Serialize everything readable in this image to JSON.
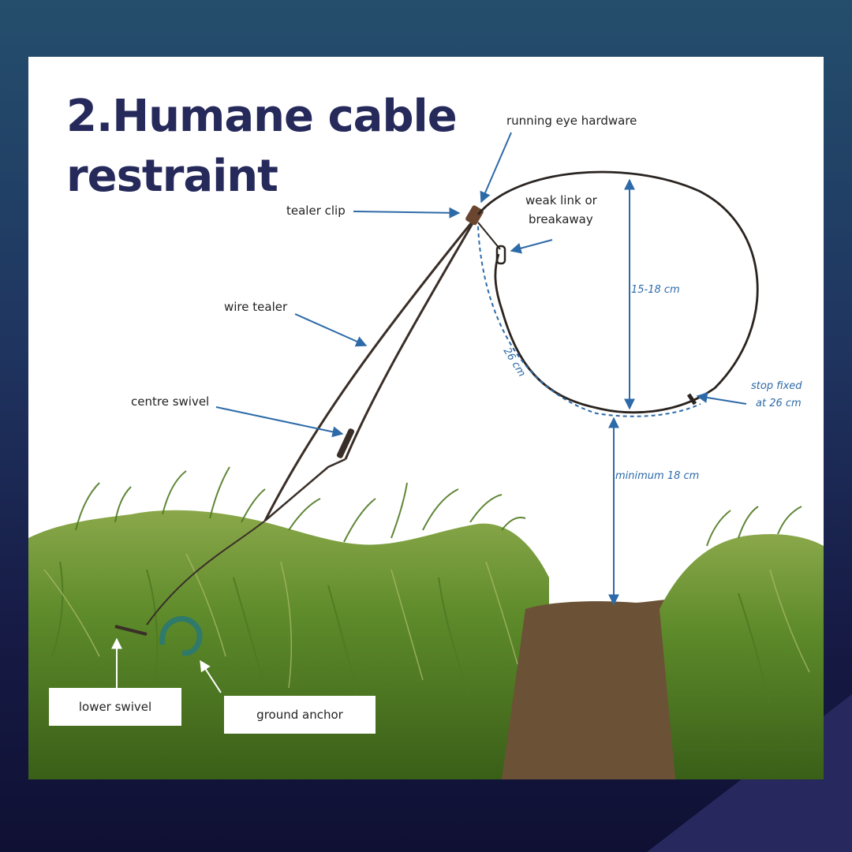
{
  "title": {
    "line1": "2.Humane cable",
    "line2": "restraint"
  },
  "labels": {
    "running_eye": "running eye hardware",
    "weak_link_1": "weak link or",
    "weak_link_2": "breakaway",
    "tealer_clip": "tealer clip",
    "wire_tealer": "wire tealer",
    "centre_swivel": "centre swivel",
    "lower_swivel": "lower swivel",
    "ground_anchor": "ground anchor"
  },
  "measurements": {
    "loop_height": "15-18 cm",
    "circumference": "26 cm",
    "stop_1": "stop fixed",
    "stop_2": "at 26 cm",
    "ground_clearance": "minimum 18 cm"
  },
  "colors": {
    "title": "#262a5b",
    "measure": "#2d6aa8",
    "grass_dark": "#3f6a1c",
    "grass_light": "#7ea83a",
    "soil": "#6b5236"
  }
}
